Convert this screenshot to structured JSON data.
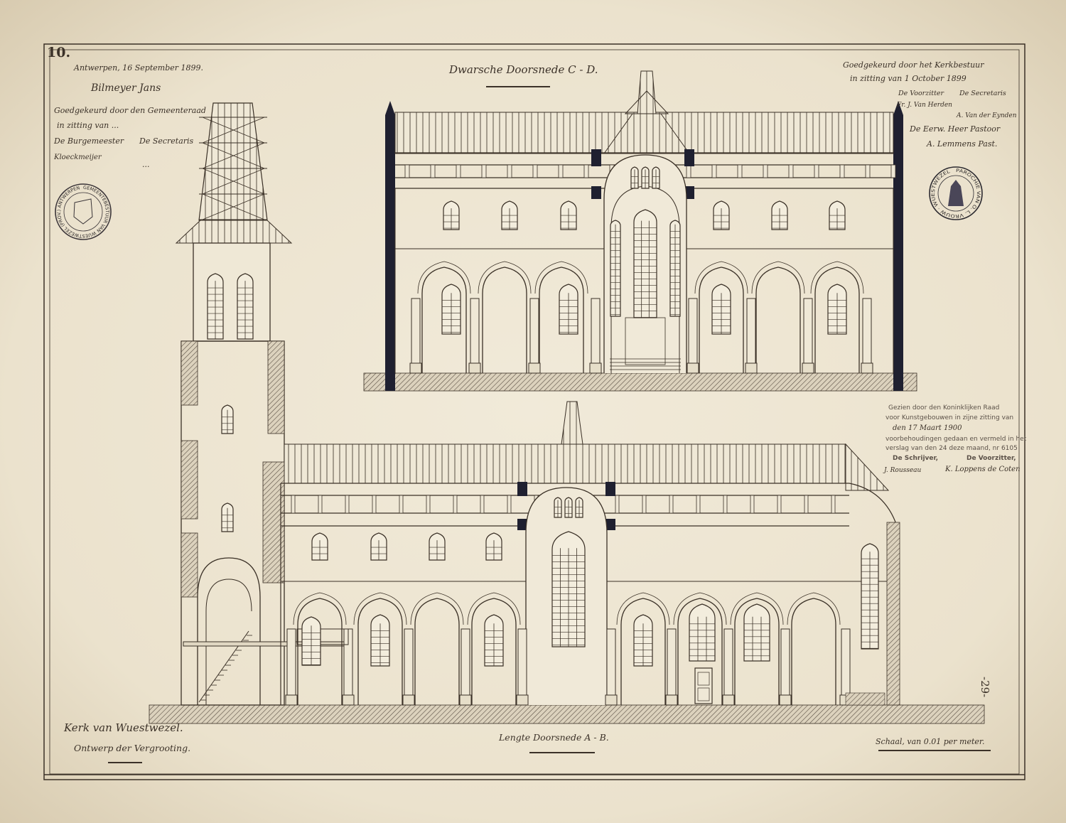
{
  "sheet_number": "10.",
  "page_number": "-29-",
  "top_left": {
    "place_date": "Antwerpen, 16 September 1899.",
    "signature": "Bilmeyer Jans",
    "approval_line1": "Goedgekeurd door den Gemeenteraad",
    "approval_line2": "in zitting van ...",
    "role_mayor": "De Burgemeester",
    "role_secretary": "De Secretaris",
    "signature_mayor": "Kloeckmeijer",
    "signature_secretary": "...",
    "stamp_text": "GEMEENTEBESTUUR VAN WUESTWEZEL (PROV.) ANTWERPEN"
  },
  "top_right": {
    "approval_line1": "Goedgekeurd door het Kerkbestuur",
    "approval_line2": "in zitting van 1 October 1899",
    "role_chair": "De Voorzitter",
    "role_secretary": "De Secretaris",
    "signature_chair": "Fr. J. Van Herden",
    "signature_secretary": "A. Van der Eynden",
    "role_pastor": "De Eerw. Heer Pastoor",
    "signature_pastor": "A. Lemmens Past.",
    "stamp_text": "PAROCHIE VAN O. L. VROUW · WUESTWEZEL"
  },
  "royal_commission": {
    "line1": "Gezien door den Koninklijken Raad",
    "line2": "voor Kunstgebouwen in zijne zitting van",
    "line3": "den 17 Maart 1900",
    "line4": "voorbehoudingen gedaan en vermeld in het",
    "line5": "verslag van den 24 deze maand, nr 6105",
    "role_clerk": "De Schrijver,",
    "role_chair": "De Voorzitter,",
    "signature_clerk": "J. Rousseau",
    "signature_chair": "K. Loppens de Coten"
  },
  "drawings": {
    "cross_section_title": "Dwarsche Doorsnede C - D.",
    "long_section_title": "Lengte Doorsnede A - B."
  },
  "footer": {
    "church": "Kerk van Wuestwezel.",
    "project": "Ontwerp der Vergrooting.",
    "scale": "Schaal, van 0.01 per meter."
  },
  "colors": {
    "paper": "#ece4d0",
    "ink": "#3a3026",
    "dark": "#1f2030"
  }
}
